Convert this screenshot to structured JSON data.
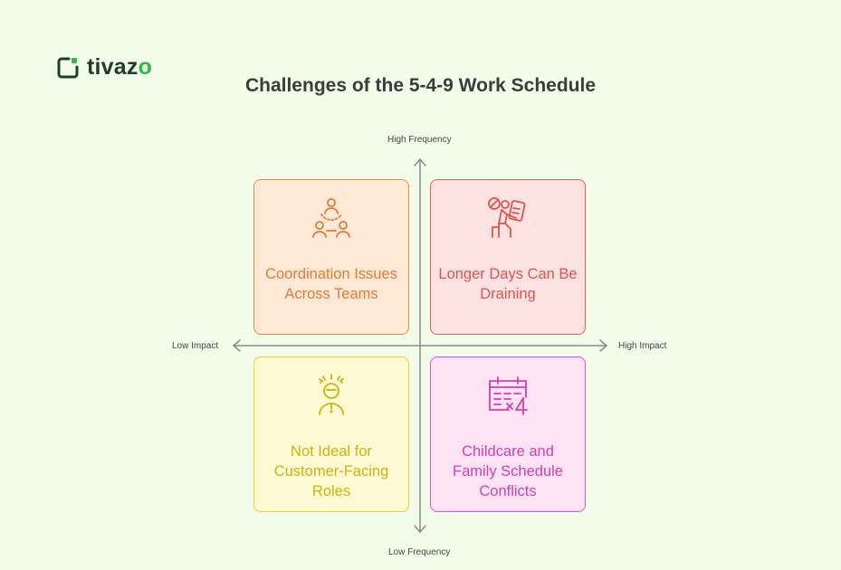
{
  "brand": {
    "name_prefix": "tivaz",
    "name_suffix": "o",
    "color_primary": "#1f3d2a",
    "color_accent": "#35b64a"
  },
  "title": "Challenges of the 5-4-9 Work Schedule",
  "axes": {
    "top": "High Frequency",
    "bottom": "Low Frequency",
    "left": "Low Impact",
    "right": "High Impact"
  },
  "quadrants": {
    "top_left": {
      "label": "Coordination Issues Across Teams",
      "icon": "team-coordination-icon",
      "color": "#e07b37"
    },
    "top_right": {
      "label": "Longer Days Can Be Draining",
      "icon": "tired-worker-icon",
      "color": "#e0524e"
    },
    "bottom_left": {
      "label": "Not Ideal for Customer-Facing Roles",
      "icon": "stressed-person-icon",
      "color": "#ccb40c"
    },
    "bottom_right": {
      "label": "Childcare and Family Schedule Conflicts",
      "icon": "calendar-conflict-icon",
      "color": "#d23fb2"
    }
  }
}
